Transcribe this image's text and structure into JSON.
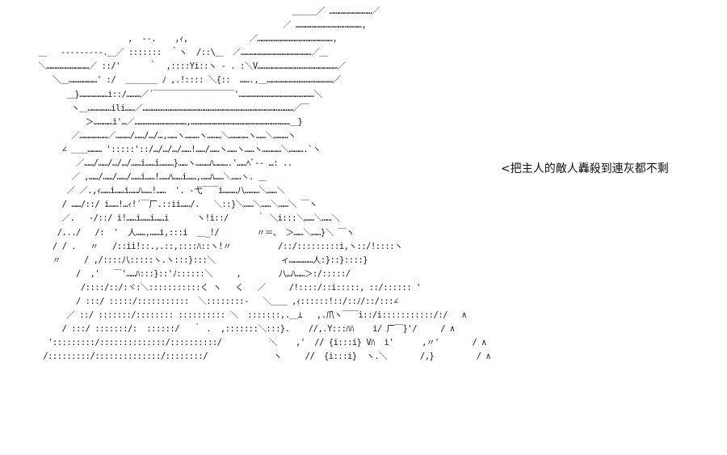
{
  "art": {
    "lines": [
      "                                                         ＿＿＿／ ………………………／",
      "                                                       ／ ……………………………………,",
      "                      ,  ‐-.    ,ｨ,             ／…………………………………………,",
      "   ＿   ‐‐‐‐‐‐‐‐-.＿／ :::::::  ｀ヽ  /::\\＿  ／………………………………………／＿",
      "   ＼………………………／ ::/'      ｀  ,::::Yi::ヽ ‐ . :＼V……………………………………………／",
      "      ＼＿………………' :/  ＿＿＿＿ ﾉ ,.!:::: ＼{::  …….,＿……………………………………／",
      "         ＿}………………i::/………／´￣￣￣￣￣￣￣￣￣￣'…………………………………………＼",
      "          ヽ＿……………ili……／……………………………………………………………………………………／￣",
      "             ＞…………i'…／……………………………,………………………………………………………＿}",
      "          ／………………／………/……/…/…,……ヽ………ヽ………＼…………ヽ……＼………ヽ",
      "        ∠ ＿＿……… ':::::'::/…/…/…/……!……/……ヽ……ヽ……ヽ…………＼……….`ヽ",
      "           ／……/……/…/…/……i……i………}……ヽ………ﾊ……….'……ﾍﾞ-‐ …: ..",
      "          ／ ,……/……/……/……i……!……ﾊ……i……,……ﾊ……＼……ヽ. ＿",
      "         ／ ／.,ｨ……i……i……ﾊ……!……  '. ‐弋￣￣i………八………＼……＼",
      "        / ……/::/ i……!…ｨ!´￣厂.::ii……/.   ＼::}＼……＼……＼……＼ ￣ヽ",
      "        ／.   ‐/::/ i!……i……i……i      ヽ!i::/      ｀ ＼i:::＼……＼……＼",
      "       /.../   /:  '  人……,……i,:::i  ＿_!/        〃＝、 ＞……＼……}＼ ￣ヽ",
      "      / / .   〃   /::ii!::.,.::,::::ﾊ::ヽ!〃          /::/:::::::::i,ヽ::/!::::ヽ",
      "      〃     / ,/::::八:::::ヽ.ヽ:::}:::＼              ィ……………人:}::}::::}",
      "           /  ,'   ￣'……ﾊ:::}::'ﾉ::::::＼     ,        八…ﾊ……＞:/:::::/",
      "            /::::/::/:ヾ:＼:::::::::::く ヽ   く   ／     /!::::/::i:::::, ::/:::::: '",
      "           / :::/ :::::/:::::::::::  ＼::::::::‐   ＼＿＿ ,ｨ::::::!::/::ﾉ/::/:::∠",
      "         ／ ::/ :::::::/:::::::: :::::::::: ＼  :::::::,.＿⊥   ,.爪ヽ￣￣i::/i:::::::::::/:/   ∧",
      "        / :::/ :::::::/:  ::::::/   ｀ .  ,:::::::＼:::}.    //,.Y:::ﾊﾊ    i/ 厂￣}'/     / ∧",
      "     ':::::::::/::::::::::::::/::::::::::/          ＼    ,'  // {i:::i} Vﾊ  i'      ,〃'       / ∧",
      "    /:::::::::/::::::::::::::/::::::::/              ヽ     //  {i:::i}  ヽ.＼       /,}         / ∧"
    ]
  },
  "speech": {
    "text": "<把主人的敵人轟殺到連灰都不剩"
  }
}
